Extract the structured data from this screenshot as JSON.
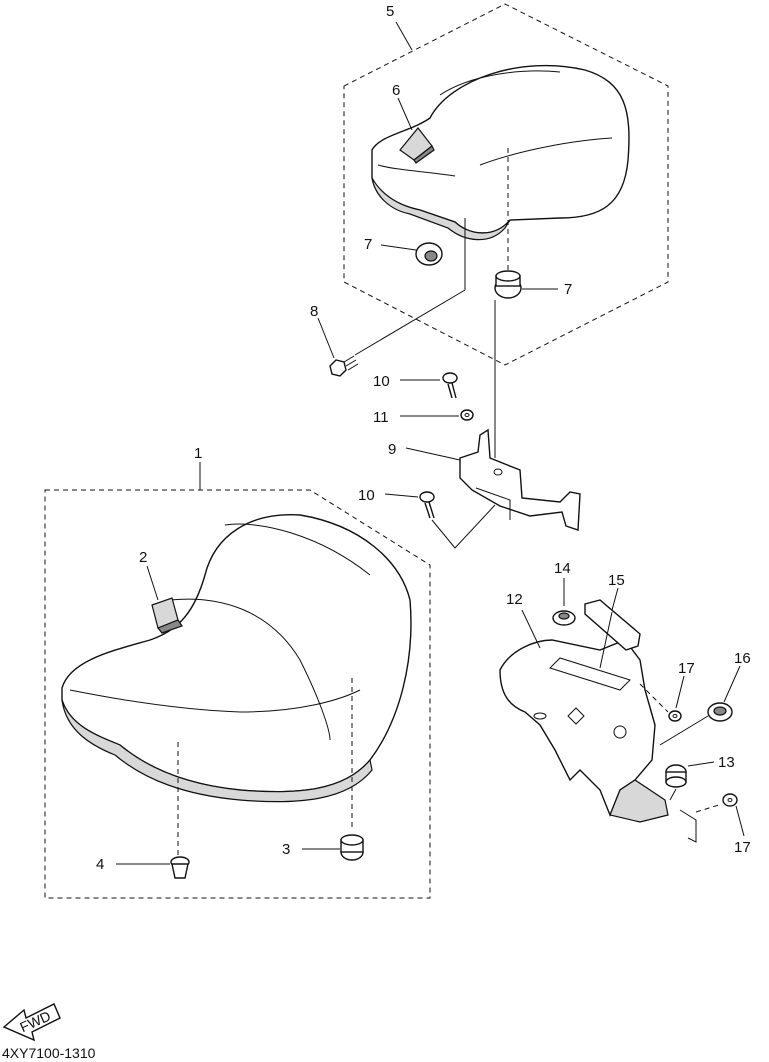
{
  "diagram": {
    "callouts": {
      "c1": "1",
      "c2": "2",
      "c3": "3",
      "c4": "4",
      "c5": "5",
      "c6": "6",
      "c7a": "7",
      "c7b": "7",
      "c8": "8",
      "c9": "9",
      "c10a": "10",
      "c10b": "10",
      "c11": "11",
      "c12": "12",
      "c13": "13",
      "c14": "14",
      "c15": "15",
      "c16": "16",
      "c17a": "17",
      "c17b": "17"
    },
    "fwd_label": "FWD",
    "drawing_code": "4XY7100-1310"
  }
}
